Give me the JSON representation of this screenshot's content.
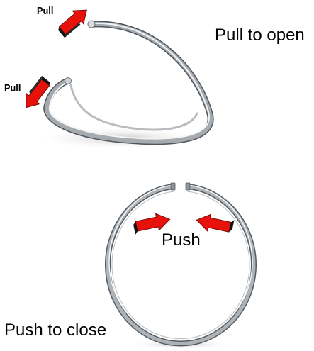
{
  "labels": {
    "pull_top": "Pull",
    "pull_left": "Pull",
    "open_caption": "Pull to open",
    "push": "Push",
    "close_caption": "Push to close"
  },
  "colors": {
    "arrow_fill": "#e8120c",
    "arrow_tail": "#151515",
    "metal_dark": "#5f656c",
    "metal_mid": "#a9aeb3",
    "metal_light": "#f4f6f7",
    "text": "#000000"
  },
  "icons": {
    "arrow": "red-3d-arrow-icon",
    "ring": "nose-ring-hoop"
  }
}
